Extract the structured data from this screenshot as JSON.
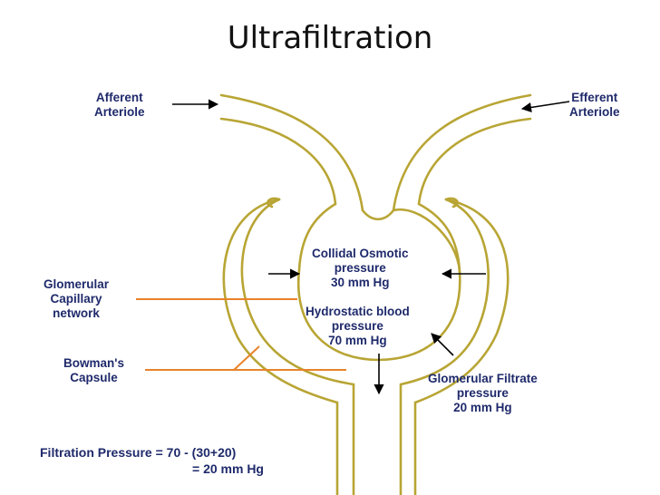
{
  "title": "Ultrafiltration",
  "labels": {
    "afferent": [
      "Afferent",
      "Arteriole"
    ],
    "efferent": [
      "Efferent",
      "Arteriole"
    ],
    "glomerular_capillary": [
      "Glomerular",
      "Capillary",
      "network"
    ],
    "bowmans_capsule": [
      "Bowman's",
      "Capsule"
    ],
    "colloidal": [
      "Collidal Osmotic",
      "pressure",
      "30 mm Hg"
    ],
    "hydrostatic": [
      "Hydrostatic blood",
      "pressure",
      "70 mm Hg"
    ],
    "filtrate": [
      "Glomerular Filtrate",
      "pressure",
      "20 mm Hg"
    ]
  },
  "formula": {
    "line1": "Filtration Pressure = 70 - (30+20)",
    "line2": "= 20 mm Hg"
  },
  "colors": {
    "structure": "#b8a534",
    "pointer_line": "#e8832a",
    "label_text": "#1f2a6b",
    "arrow": "#000000"
  }
}
